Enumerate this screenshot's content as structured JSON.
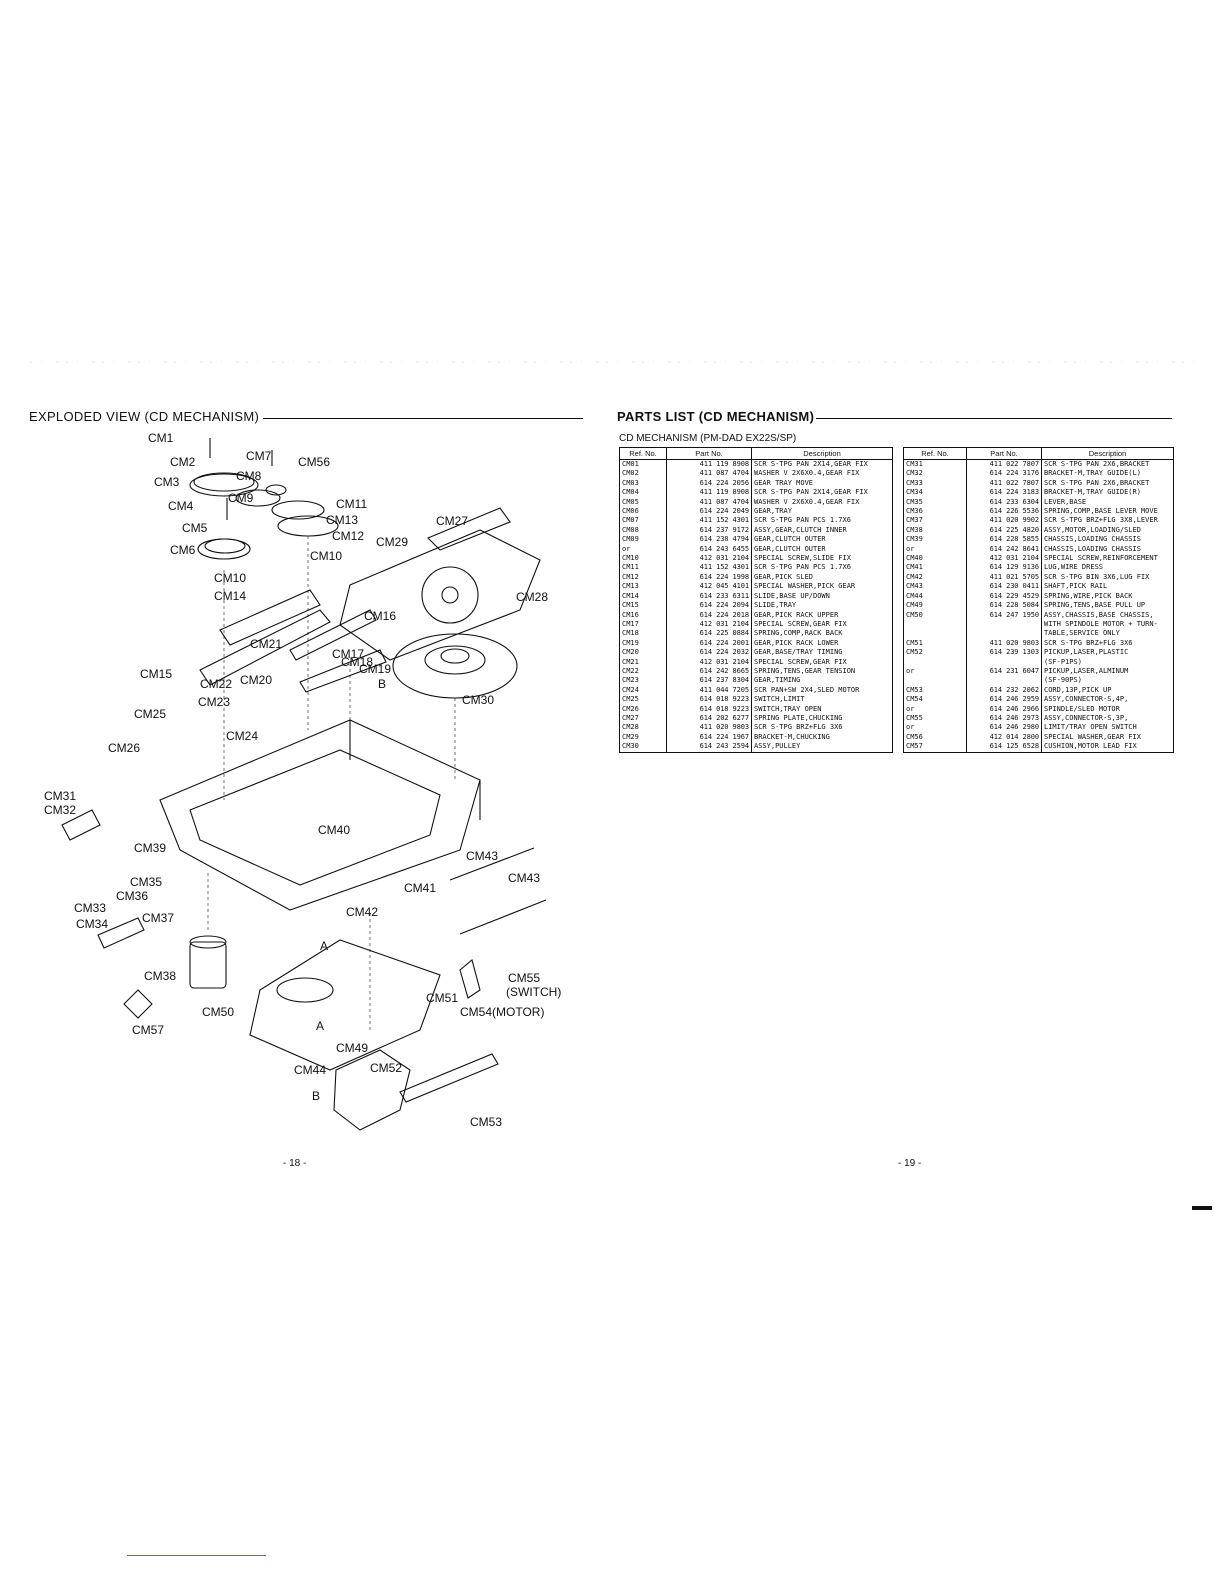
{
  "left_page": {
    "header": "EXPLODED VIEW (CD MECHANISM)",
    "page_number": "- 18 -",
    "callouts": [
      "CM1",
      "CM2",
      "CM3",
      "CM4",
      "CM5",
      "CM6",
      "CM7",
      "CM56",
      "CM8",
      "CM9",
      "CM11",
      "CM13",
      "CM12",
      "CM10",
      "CM10",
      "CM14",
      "CM27",
      "CM29",
      "CM28",
      "CM16",
      "CM15",
      "CM17",
      "CM21",
      "CM18",
      "CM19",
      "B",
      "CM22",
      "CM20",
      "CM23",
      "CM25",
      "CM30",
      "CM24",
      "CM26",
      "CM31",
      "CM32",
      "CM40",
      "CM39",
      "CM43",
      "CM43",
      "CM35",
      "CM41",
      "CM36",
      "CM33",
      "CM42",
      "CM37",
      "CM34",
      "A",
      "CM38",
      "CM55",
      "(SWITCH)",
      "CM51",
      "CM57",
      "CM50",
      "CM54(MOTOR)",
      "A",
      "CM49",
      "CM44",
      "CM52",
      "B",
      "CM53"
    ]
  },
  "right_page": {
    "header": "PARTS LIST (CD MECHANISM)",
    "subtitle": "CD MECHANISM (PM-DAD EX22S/SP)",
    "page_number": "- 19 -",
    "columns": [
      "Ref. No.",
      "Part No.",
      "Description"
    ],
    "left_rows": [
      [
        "CM01",
        "411 119 8908",
        "SCR S-TPG PAN 2X14,GEAR FIX"
      ],
      [
        "CM02",
        "411 087 4704",
        "WASHER V 2X6X0.4,GEAR FIX"
      ],
      [
        "CM03",
        "614 224 2056",
        "GEAR TRAY MOVE"
      ],
      [
        "CM04",
        "411 119 8908",
        "SCR S-TPG PAN 2X14,GEAR FIX"
      ],
      [
        "CM05",
        "411 087 4704",
        "WASHER V 2X6X0.4,GEAR FIX"
      ],
      [
        "CM06",
        "614 224 2049",
        "GEAR,TRAY"
      ],
      [
        "CM07",
        "411 152 4301",
        "SCR S-TPG PAN PCS 1.7X6"
      ],
      [
        "CM08",
        "614 237 9172",
        "ASSY,GEAR,CLUTCH INNER"
      ],
      [
        "CM09",
        "614 238 4794",
        "GEAR,CLUTCH OUTER"
      ],
      [
        "or",
        "614 243 6455",
        "GEAR,CLUTCH OUTER"
      ],
      [
        "CM10",
        "412 031 2104",
        "SPECIAL SCREW,SLIDE FIX"
      ],
      [
        "CM11",
        "411 152 4301",
        "SCR S-TPG PAN PCS 1.7X6"
      ],
      [
        "CM12",
        "614 224 1998",
        "GEAR,PICK SLED"
      ],
      [
        "CM13",
        "412 045 4101",
        "SPECIAL WASHER,PICK GEAR"
      ],
      [
        "CM14",
        "614 233 6311",
        "SLIDE,BASE UP/DOWN"
      ],
      [
        "CM15",
        "614 224 2094",
        "SLIDE,TRAY"
      ],
      [
        "CM16",
        "614 224 2018",
        "GEAR,PICK RACK UPPER"
      ],
      [
        "CM17",
        "412 031 2104",
        "SPECIAL SCREW,GEAR FIX"
      ],
      [
        "CM18",
        "614 225 0884",
        "SPRING,COMP,RACK BACK"
      ],
      [
        "CM19",
        "614 224 2001",
        "GEAR,PICK RACK LOWER"
      ],
      [
        "CM20",
        "614 224 2032",
        "GEAR,BASE/TRAY TIMING"
      ],
      [
        "CM21",
        "412 031 2104",
        "SPECIAL SCREW,GEAR FIX"
      ],
      [
        "CM22",
        "614 242 8665",
        "SPRING,TENS,GEAR TENSION"
      ],
      [
        "CM23",
        "614 237 8304",
        "GEAR,TIMING"
      ],
      [
        "CM24",
        "411 044 7205",
        "SCR PAN+SW 2X4,SLED MOTOR"
      ],
      [
        "CM25",
        "614 018 9223",
        "SWITCH,LIMIT"
      ],
      [
        "CM26",
        "614 018 9223",
        "SWITCH,TRAY OPEN"
      ],
      [
        "CM27",
        "614 202 6277",
        "SPRING PLATE,CHUCKING"
      ],
      [
        "CM28",
        "411 020 9803",
        "SCR S-TPG BRZ+FLG 3X6"
      ],
      [
        "CM29",
        "614 224 1967",
        "BRACKET-M,CHUCKING"
      ],
      [
        "CM30",
        "614 243 2594",
        "ASSY,PULLEY"
      ]
    ],
    "right_rows": [
      [
        "CM31",
        "411 022 7807",
        "SCR S-TPG PAN 2X6,BRACKET"
      ],
      [
        "CM32",
        "614 224 3176",
        "BRACKET-M,TRAY GUIDE(L)"
      ],
      [
        "CM33",
        "411 022 7807",
        "SCR S-TPG PAN 2X6,BRACKET"
      ],
      [
        "CM34",
        "614 224 3183",
        "BRACKET-M,TRAY GUIDE(R)"
      ],
      [
        "CM35",
        "614 233 6304",
        "LEVER,BASE"
      ],
      [
        "CM36",
        "614 226 5536",
        "SPRING,COMP,BASE LEVER MOVE"
      ],
      [
        "CM37",
        "411 020 9902",
        "SCR S-TPG BRZ+FLG 3X8,LEVER"
      ],
      [
        "CM38",
        "614 225 4820",
        "ASSY,MOTOR,LOADING/SLED"
      ],
      [
        "CM39",
        "614 228 5855",
        "CHASSIS,LOADING CHASSIS"
      ],
      [
        "or",
        "614 242 8641",
        "CHASSIS,LOADING CHASSIS"
      ],
      [
        "CM40",
        "412 031 2104",
        "SPECIAL SCREW,REINFORCEMENT"
      ],
      [
        "CM41",
        "614 129 9136",
        "LUG,WIRE DRESS"
      ],
      [
        "CM42",
        "411 021 5705",
        "SCR S-TPG BIN 3X6,LUG FIX"
      ],
      [
        "CM43",
        "614 230 0411",
        "SHAFT,PICK RAIL"
      ],
      [
        "CM44",
        "614 229 4529",
        "SPRING,WIRE,PICK BACK"
      ],
      [
        "CM49",
        "614 228 5084",
        "SPRING,TENS,BASE PULL UP"
      ],
      [
        "CM50",
        "614 247 1950",
        "ASSY,CHASSIS,BASE CHASSIS,"
      ],
      [
        "",
        "",
        "WITH SPINDOLE MOTOR + TURN-"
      ],
      [
        "",
        "",
        "TABLE,SERVICE ONLY"
      ],
      [
        "CM51",
        "411 020 9803",
        "SCR S-TPG BRZ+FLG 3X6"
      ],
      [
        "CM52",
        "614 239 1303",
        "PICKUP,LASER,PLASTIC"
      ],
      [
        "",
        "",
        "(SF-P1PS)"
      ],
      [
        "or",
        "614 231 6047",
        "PICKUP,LASER,ALMINUM"
      ],
      [
        "",
        "",
        "(SF-90PS)"
      ],
      [
        "CM53",
        "614 232 2062",
        "CORD,13P,PICK UP"
      ],
      [
        "CM54",
        "614 246 2959",
        "ASSY,CONNECTOR-S,4P,"
      ],
      [
        "or",
        "614 246 2966",
        "SPINDLE/SLED MOTOR"
      ],
      [
        "CM55",
        "614 246 2973",
        "ASSY,CONNECTOR-S,3P,"
      ],
      [
        "or",
        "614 246 2980",
        "LIMIT/TRAY OPEN SWITCH"
      ],
      [
        "CM56",
        "412 014 2800",
        "SPECIAL WASHER,GEAR FIX"
      ],
      [
        "CM57",
        "614 125 6528",
        "CUSHION,MOTOR LEAD FIX"
      ]
    ]
  }
}
